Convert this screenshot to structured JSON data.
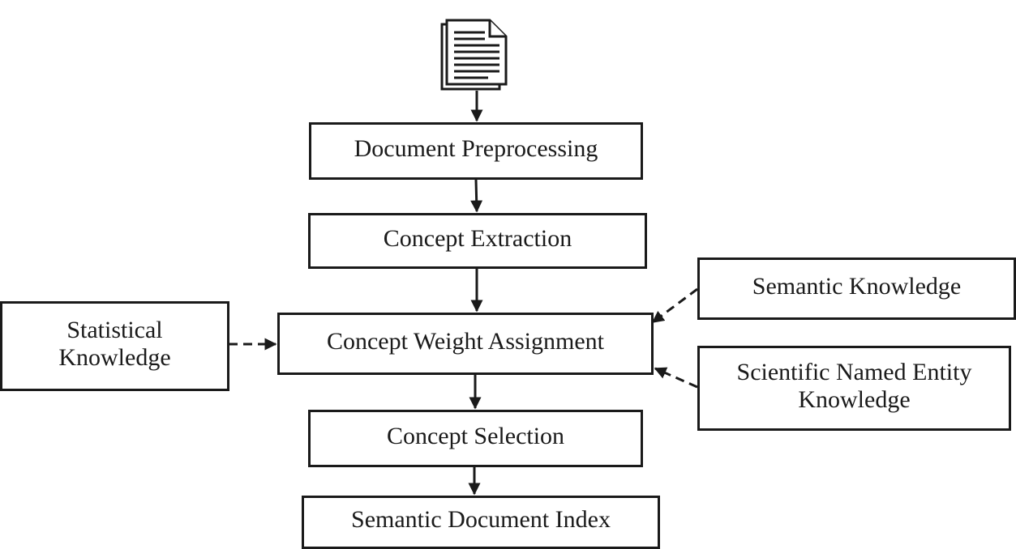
{
  "diagram": {
    "stages": {
      "preprocessing": "Document Preprocessing",
      "extraction": "Concept Extraction",
      "weight_assignment": "Concept Weight Assignment",
      "selection": "Concept Selection",
      "index": "Semantic Document Index"
    },
    "knowledge_sources": {
      "statistical_line1": "Statistical",
      "statistical_line2": "Knowledge",
      "semantic": "Semantic Knowledge",
      "scientific_line1": "Scientific Named Entity",
      "scientific_line2": "Knowledge"
    },
    "input_icon": "document-stack-icon",
    "edges": [
      {
        "from": "document-icon",
        "to": "Document Preprocessing",
        "style": "solid"
      },
      {
        "from": "Document Preprocessing",
        "to": "Concept Extraction",
        "style": "solid"
      },
      {
        "from": "Concept Extraction",
        "to": "Concept Weight Assignment",
        "style": "solid"
      },
      {
        "from": "Concept Weight Assignment",
        "to": "Concept Selection",
        "style": "solid"
      },
      {
        "from": "Concept Selection",
        "to": "Semantic Document Index",
        "style": "solid"
      },
      {
        "from": "Statistical Knowledge",
        "to": "Concept Weight Assignment",
        "style": "dashed"
      },
      {
        "from": "Semantic Knowledge",
        "to": "Concept Weight Assignment",
        "style": "dashed"
      },
      {
        "from": "Scientific Named Entity Knowledge",
        "to": "Concept Weight Assignment",
        "style": "dashed"
      }
    ],
    "colors": {
      "stroke": "#1a1a1a",
      "background": "#ffffff"
    }
  }
}
